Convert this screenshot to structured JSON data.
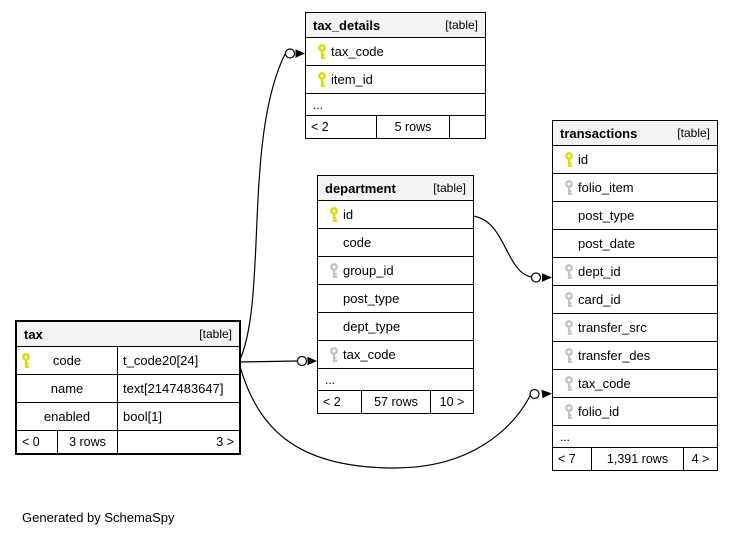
{
  "diagram": {
    "generated_by": "Generated by SchemaSpy"
  },
  "colors": {
    "primary_key": "#dcdc00",
    "foreign_key": "#c4c4c4",
    "header_bg": "#f3f3f3",
    "border": "#000000"
  },
  "tables": [
    {
      "id": "tax_details",
      "name": "tax_details",
      "tag": "[table]",
      "ellipsis": "...",
      "columns": [
        {
          "name": "tax_code",
          "key": "primary"
        },
        {
          "name": "item_id",
          "key": "primary"
        }
      ],
      "footer": {
        "left": "< 2",
        "center": "5 rows",
        "right": ""
      }
    },
    {
      "id": "department",
      "name": "department",
      "tag": "[table]",
      "ellipsis": "...",
      "columns": [
        {
          "name": "id",
          "key": "primary"
        },
        {
          "name": "code"
        },
        {
          "name": "group_id",
          "key": "foreign"
        },
        {
          "name": "post_type"
        },
        {
          "name": "dept_type"
        },
        {
          "name": "tax_code",
          "key": "foreign"
        }
      ],
      "footer": {
        "left": "< 2",
        "center": "57 rows",
        "right": "10 >"
      }
    },
    {
      "id": "transactions",
      "name": "transactions",
      "tag": "[table]",
      "ellipsis": "...",
      "columns": [
        {
          "name": "id",
          "key": "primary"
        },
        {
          "name": "folio_item",
          "key": "foreign"
        },
        {
          "name": "post_type"
        },
        {
          "name": "post_date"
        },
        {
          "name": "dept_id",
          "key": "foreign"
        },
        {
          "name": "card_id",
          "key": "foreign"
        },
        {
          "name": "transfer_src",
          "key": "foreign"
        },
        {
          "name": "transfer_des",
          "key": "foreign"
        },
        {
          "name": "tax_code",
          "key": "foreign"
        },
        {
          "name": "folio_id",
          "key": "foreign"
        }
      ],
      "footer": {
        "left": "< 7",
        "center": "1,391 rows",
        "right": "4 >"
      }
    },
    {
      "id": "tax",
      "name": "tax",
      "tag": "[table]",
      "columns": [
        {
          "name": "code",
          "key": "primary",
          "type": "t_code20[24]"
        },
        {
          "name": "name",
          "type": "text[2147483647]"
        },
        {
          "name": "enabled",
          "type": "bool[1]"
        }
      ],
      "footer": {
        "left": "< 0",
        "center": "3 rows",
        "right": "3 >"
      }
    }
  ],
  "relationships": [
    {
      "from": "tax.code",
      "to": "tax_details.tax_code"
    },
    {
      "from": "tax.code",
      "to": "department.tax_code"
    },
    {
      "from": "department.id",
      "to": "transactions.dept_id"
    },
    {
      "from": "tax.code",
      "to": "transactions.tax_code"
    }
  ]
}
